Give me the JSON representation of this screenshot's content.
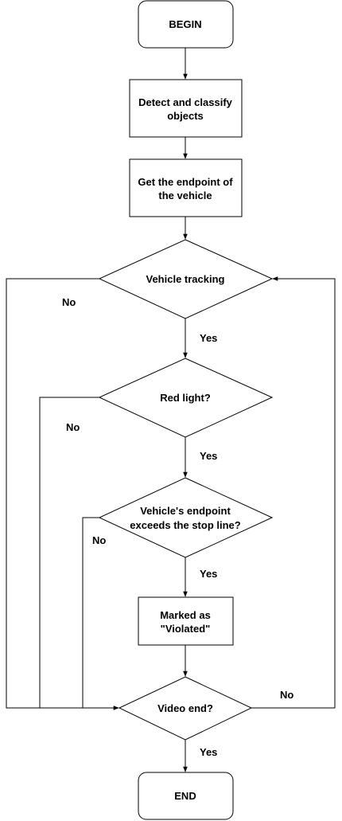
{
  "nodes": {
    "begin": "BEGIN",
    "detect": [
      "Detect and classify",
      "objects"
    ],
    "endpoint": [
      "Get the endpoint of",
      "the vehicle"
    ],
    "tracking": "Vehicle tracking",
    "red_light": "Red light?",
    "exceeds": [
      "Vehicle's endpoint",
      "exceeds the stop line?"
    ],
    "marked": [
      "Marked as",
      "\"Violated\""
    ],
    "video_end": "Video end?",
    "end": "END"
  },
  "edge_labels": {
    "tracking_no": "No",
    "tracking_yes": "Yes",
    "red_no": "No",
    "red_yes": "Yes",
    "exceeds_no": "No",
    "exceeds_yes": "Yes",
    "video_no": "No",
    "video_yes": "Yes"
  }
}
